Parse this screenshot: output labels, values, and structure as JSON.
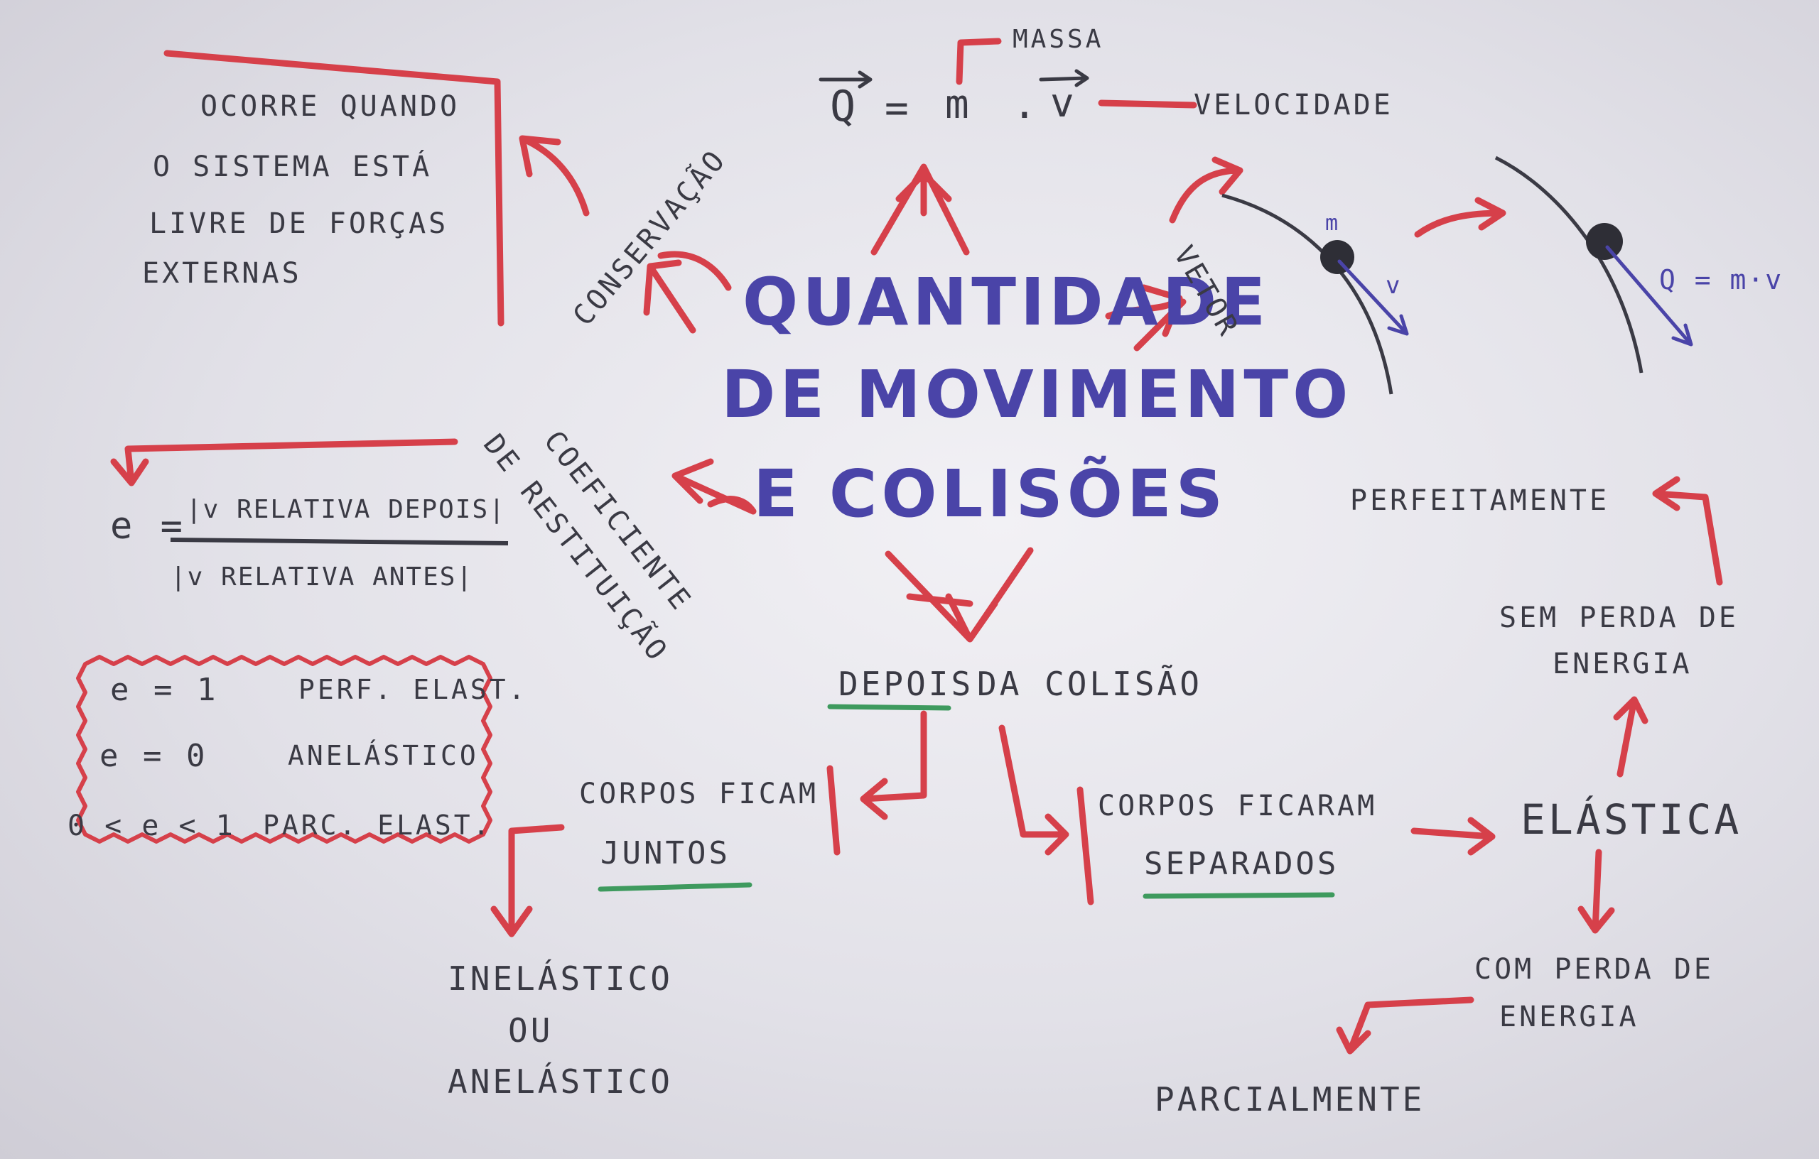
{
  "title": {
    "line1": "QUANTIDADE",
    "line2": "DE MOVIMENTO",
    "line3": "E COLISÕES"
  },
  "formula": {
    "lhs": "Q",
    "eq": "=",
    "m": "m",
    "dot": ".",
    "v": "v",
    "massa": "MASSA",
    "velocidade": "VELOCIDADE"
  },
  "conservacao": {
    "label": "CONSERVAÇÃO",
    "lines": [
      "OCORRE QUANDO",
      "O SISTEMA ESTÁ",
      "LIVRE DE FORÇAS",
      "EXTERNAS"
    ]
  },
  "vetor": {
    "label": "VETOR",
    "m": "m",
    "v": "v",
    "q_formula": "Q = m·v"
  },
  "coeficiente": {
    "label1": "COEFICIENTE",
    "label2": "DE RESTITUIÇÃO",
    "e": "e =",
    "numerator": "|v RELATIVA DEPOIS|",
    "denominator": "|v RELATIVA ANTES|"
  },
  "cases": [
    {
      "cond": "e = 1",
      "desc": "PERF. ELAST."
    },
    {
      "cond": "e = 0",
      "desc": "ANELÁSTICO"
    },
    {
      "cond": "0 < e < 1",
      "desc": "PARC. ELAST."
    }
  ],
  "depois": {
    "word1": "DEPOIS",
    "rest": "DA COLISÃO"
  },
  "juntos": {
    "line1": "CORPOS FICAM",
    "line2": "JUNTOS"
  },
  "separados": {
    "line1": "CORPOS FICARAM",
    "line2": "SEPARADOS"
  },
  "inelastico": {
    "line1": "INELÁSTICO",
    "line2": "OU",
    "line3": "ANELÁSTICO"
  },
  "elastica": "ELÁSTICA",
  "sem_perda": {
    "line1": "SEM PERDA DE",
    "line2": "ENERGIA"
  },
  "perfeitamente": "PERFEITAMENTE",
  "com_perda": {
    "line1": "COM PERDA DE",
    "line2": "ENERGIA"
  },
  "parcialmente": "PARCIALMENTE",
  "colors": {
    "red": "#d6404a",
    "blue": "#4a44a8",
    "green": "#3e9a5e",
    "ink": "#3a3a44"
  }
}
